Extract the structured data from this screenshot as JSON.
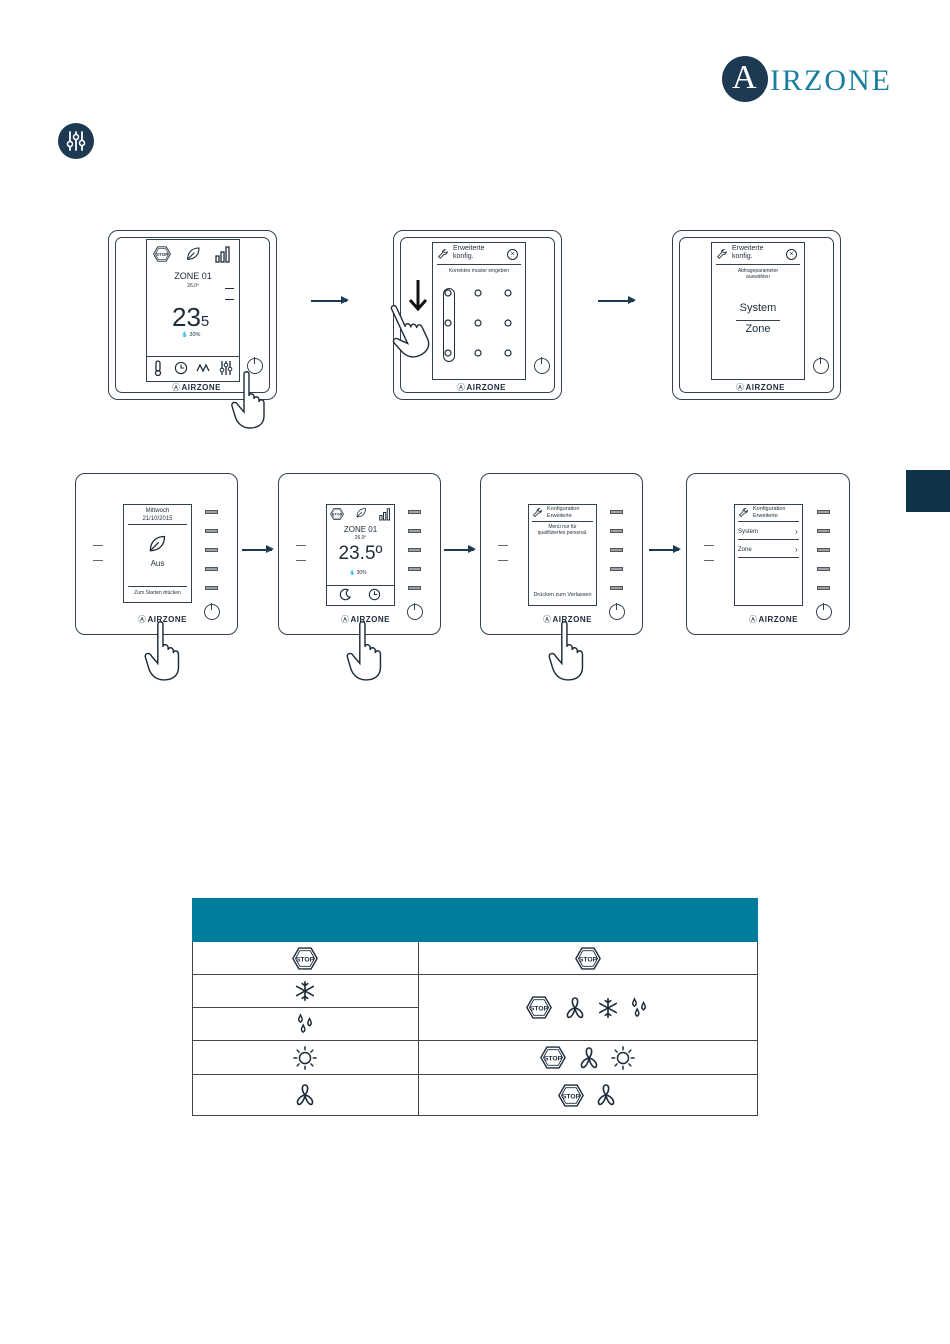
{
  "brand": {
    "logo_initial": "A",
    "logo_rest": "IRZONE"
  },
  "colors": {
    "navy": "#1d3a52",
    "teal": "#007d9e",
    "side_tab": "#0f3347"
  },
  "top_row": {
    "device1": {
      "zone": "ZONE 01",
      "setpoint": "26.0º",
      "temp_main": "23",
      "temp_dec": "5",
      "humidity": "30%",
      "brand": "AIRZONE",
      "top_icons": [
        "stop-icon",
        "eco-leaf-icon",
        "signal-icon"
      ],
      "bottom_icons": [
        "thermo-icon",
        "clock-icon",
        "zigzag-icon",
        "settings-icon"
      ]
    },
    "device2": {
      "title_line1": "Erweiterte",
      "title_line2": "konfig.",
      "prompt": "Korrektes muster eingeben",
      "brand": "AIRZONE"
    },
    "device3": {
      "title_line1": "Erweiterte",
      "title_line2": "konfig.",
      "prompt_line1": "Abfrageparameter",
      "prompt_line2": "auswählen",
      "option1": "System",
      "option2": "Zone",
      "brand": "AIRZONE"
    }
  },
  "bottom_row": {
    "device4": {
      "day": "Mittwoch",
      "date": "21/10/2015",
      "state": "Aus",
      "hint": "Zum Starten drücken",
      "brand": "AIRZONE"
    },
    "device5": {
      "zone": "ZONE 01",
      "setpoint": "26.0º",
      "temp": "23.5º",
      "humidity": "30%",
      "brand": "AIRZONE"
    },
    "device6": {
      "title_line1": "Konfiguration",
      "title_line2": "Erweiterte",
      "note_line1": "Menü nur für",
      "note_line2": "qualifiziertes personal.",
      "hint": "Drücken zum Verlassen",
      "brand": "AIRZONE"
    },
    "device7": {
      "title_line1": "Konfiguration",
      "title_line2": "Erweiterte",
      "item1": "System",
      "item2": "Zone",
      "brand": "AIRZONE"
    }
  },
  "table": {
    "headers": [
      "",
      ""
    ],
    "stop_label": "STOP",
    "rows": [
      {
        "left": [
          "stop-icon"
        ],
        "right": [
          "stop-icon"
        ]
      },
      {
        "left": [
          "snowflake-icon"
        ],
        "right": [
          "stop-icon",
          "fan-icon",
          "snowflake-icon",
          "drops-icon"
        ]
      },
      {
        "left": [
          "drops-icon"
        ],
        "right": []
      },
      {
        "left": [
          "sun-icon"
        ],
        "right": [
          "stop-icon",
          "fan-icon",
          "sun-icon"
        ]
      },
      {
        "left": [
          "fan-icon"
        ],
        "right": [
          "stop-icon",
          "fan-icon"
        ]
      }
    ]
  }
}
